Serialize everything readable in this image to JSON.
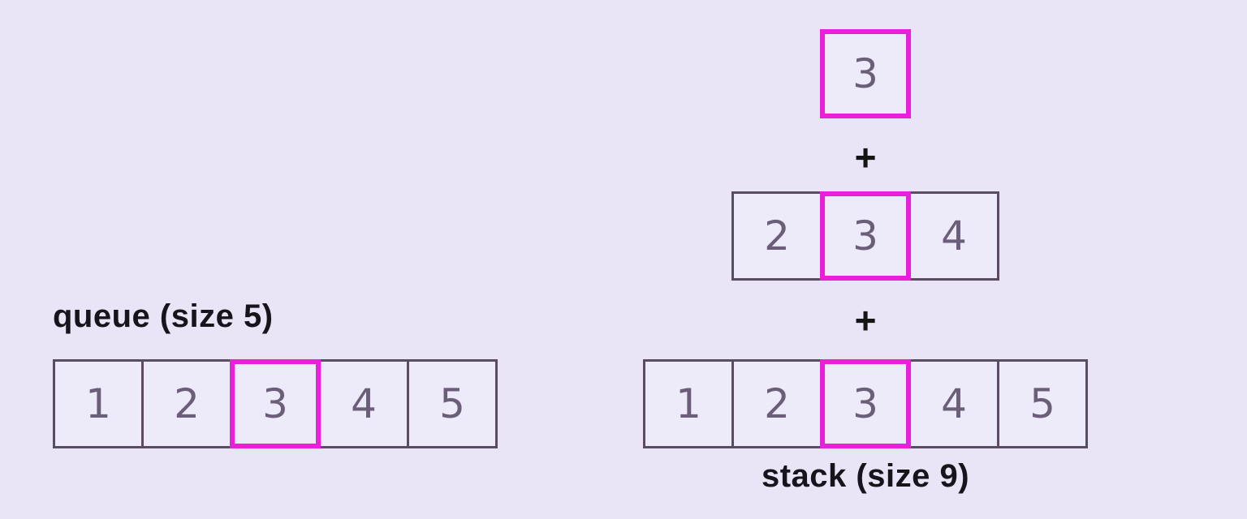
{
  "colors": {
    "background": "#e9e5f6",
    "cell_background": "#edeaf9",
    "cell_border": "#5a4d63",
    "highlight_border": "#e91fd9",
    "digit_text": "#6a5e78",
    "label_text": "#18141c",
    "operator_text": "#151515"
  },
  "queue": {
    "label": "queue (size 5)",
    "cells": [
      {
        "value": "1",
        "highlighted": false
      },
      {
        "value": "2",
        "highlighted": false
      },
      {
        "value": "3",
        "highlighted": true
      },
      {
        "value": "4",
        "highlighted": false
      },
      {
        "value": "5",
        "highlighted": false
      }
    ]
  },
  "stack": {
    "label": "stack (size 9)",
    "operators": [
      "+",
      "+"
    ],
    "rows": [
      {
        "cells": [
          {
            "value": "3",
            "highlighted": true
          }
        ]
      },
      {
        "cells": [
          {
            "value": "2",
            "highlighted": false
          },
          {
            "value": "3",
            "highlighted": true
          },
          {
            "value": "4",
            "highlighted": false
          }
        ]
      },
      {
        "cells": [
          {
            "value": "1",
            "highlighted": false
          },
          {
            "value": "2",
            "highlighted": false
          },
          {
            "value": "3",
            "highlighted": true
          },
          {
            "value": "4",
            "highlighted": false
          },
          {
            "value": "5",
            "highlighted": false
          }
        ]
      }
    ]
  }
}
